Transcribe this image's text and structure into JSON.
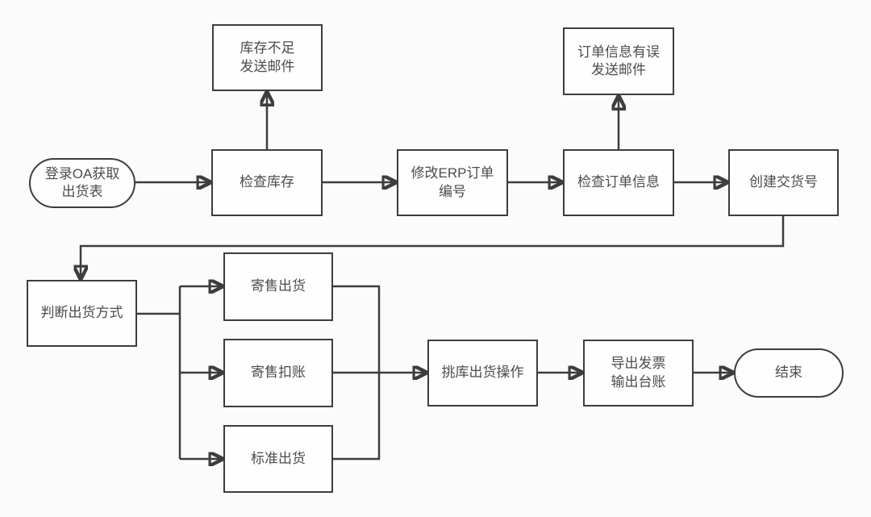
{
  "diagram": {
    "type": "flowchart",
    "language": "zh-CN",
    "colors": {
      "background": "#fbfbfb",
      "line": "#3d3d3d",
      "text": "#4c4c4c",
      "node_fill": "#fefefe"
    },
    "nodes": {
      "start": {
        "label": "登录OA获取\n出货表",
        "shape": "stadium"
      },
      "inventory_email": {
        "label": "库存不足\n发送邮件",
        "shape": "rect"
      },
      "check_inventory": {
        "label": "检查库存",
        "shape": "rect"
      },
      "modify_erp_order": {
        "label": "修改ERP订单\n编号",
        "shape": "rect"
      },
      "order_error_email": {
        "label": "订单信息有误\n发送邮件",
        "shape": "rect"
      },
      "check_order_info": {
        "label": "检查订单信息",
        "shape": "rect"
      },
      "create_delivery_no": {
        "label": "创建交货号",
        "shape": "rect"
      },
      "judge_ship_method": {
        "label": "判断出货方式",
        "shape": "rect"
      },
      "consignment_ship": {
        "label": "寄售出货",
        "shape": "rect"
      },
      "consignment_deduct": {
        "label": "寄售扣账",
        "shape": "rect"
      },
      "standard_ship": {
        "label": "标准出货",
        "shape": "rect"
      },
      "pick_ship_operation": {
        "label": "挑库出货操作",
        "shape": "rect"
      },
      "export_invoice_ledger": {
        "label": "导出发票\n输出台账",
        "shape": "rect"
      },
      "end": {
        "label": "结束",
        "shape": "stadium"
      }
    },
    "edges": [
      {
        "from": "start",
        "to": "check_inventory"
      },
      {
        "from": "check_inventory",
        "to": "inventory_email"
      },
      {
        "from": "check_inventory",
        "to": "modify_erp_order"
      },
      {
        "from": "modify_erp_order",
        "to": "check_order_info"
      },
      {
        "from": "check_order_info",
        "to": "order_error_email"
      },
      {
        "from": "check_order_info",
        "to": "create_delivery_no"
      },
      {
        "from": "create_delivery_no",
        "to": "judge_ship_method"
      },
      {
        "from": "judge_ship_method",
        "to": "consignment_ship"
      },
      {
        "from": "judge_ship_method",
        "to": "consignment_deduct"
      },
      {
        "from": "judge_ship_method",
        "to": "standard_ship"
      },
      {
        "from": "consignment_ship",
        "to": "pick_ship_operation"
      },
      {
        "from": "consignment_deduct",
        "to": "pick_ship_operation"
      },
      {
        "from": "standard_ship",
        "to": "pick_ship_operation"
      },
      {
        "from": "pick_ship_operation",
        "to": "export_invoice_ledger"
      },
      {
        "from": "export_invoice_ledger",
        "to": "end"
      }
    ]
  }
}
